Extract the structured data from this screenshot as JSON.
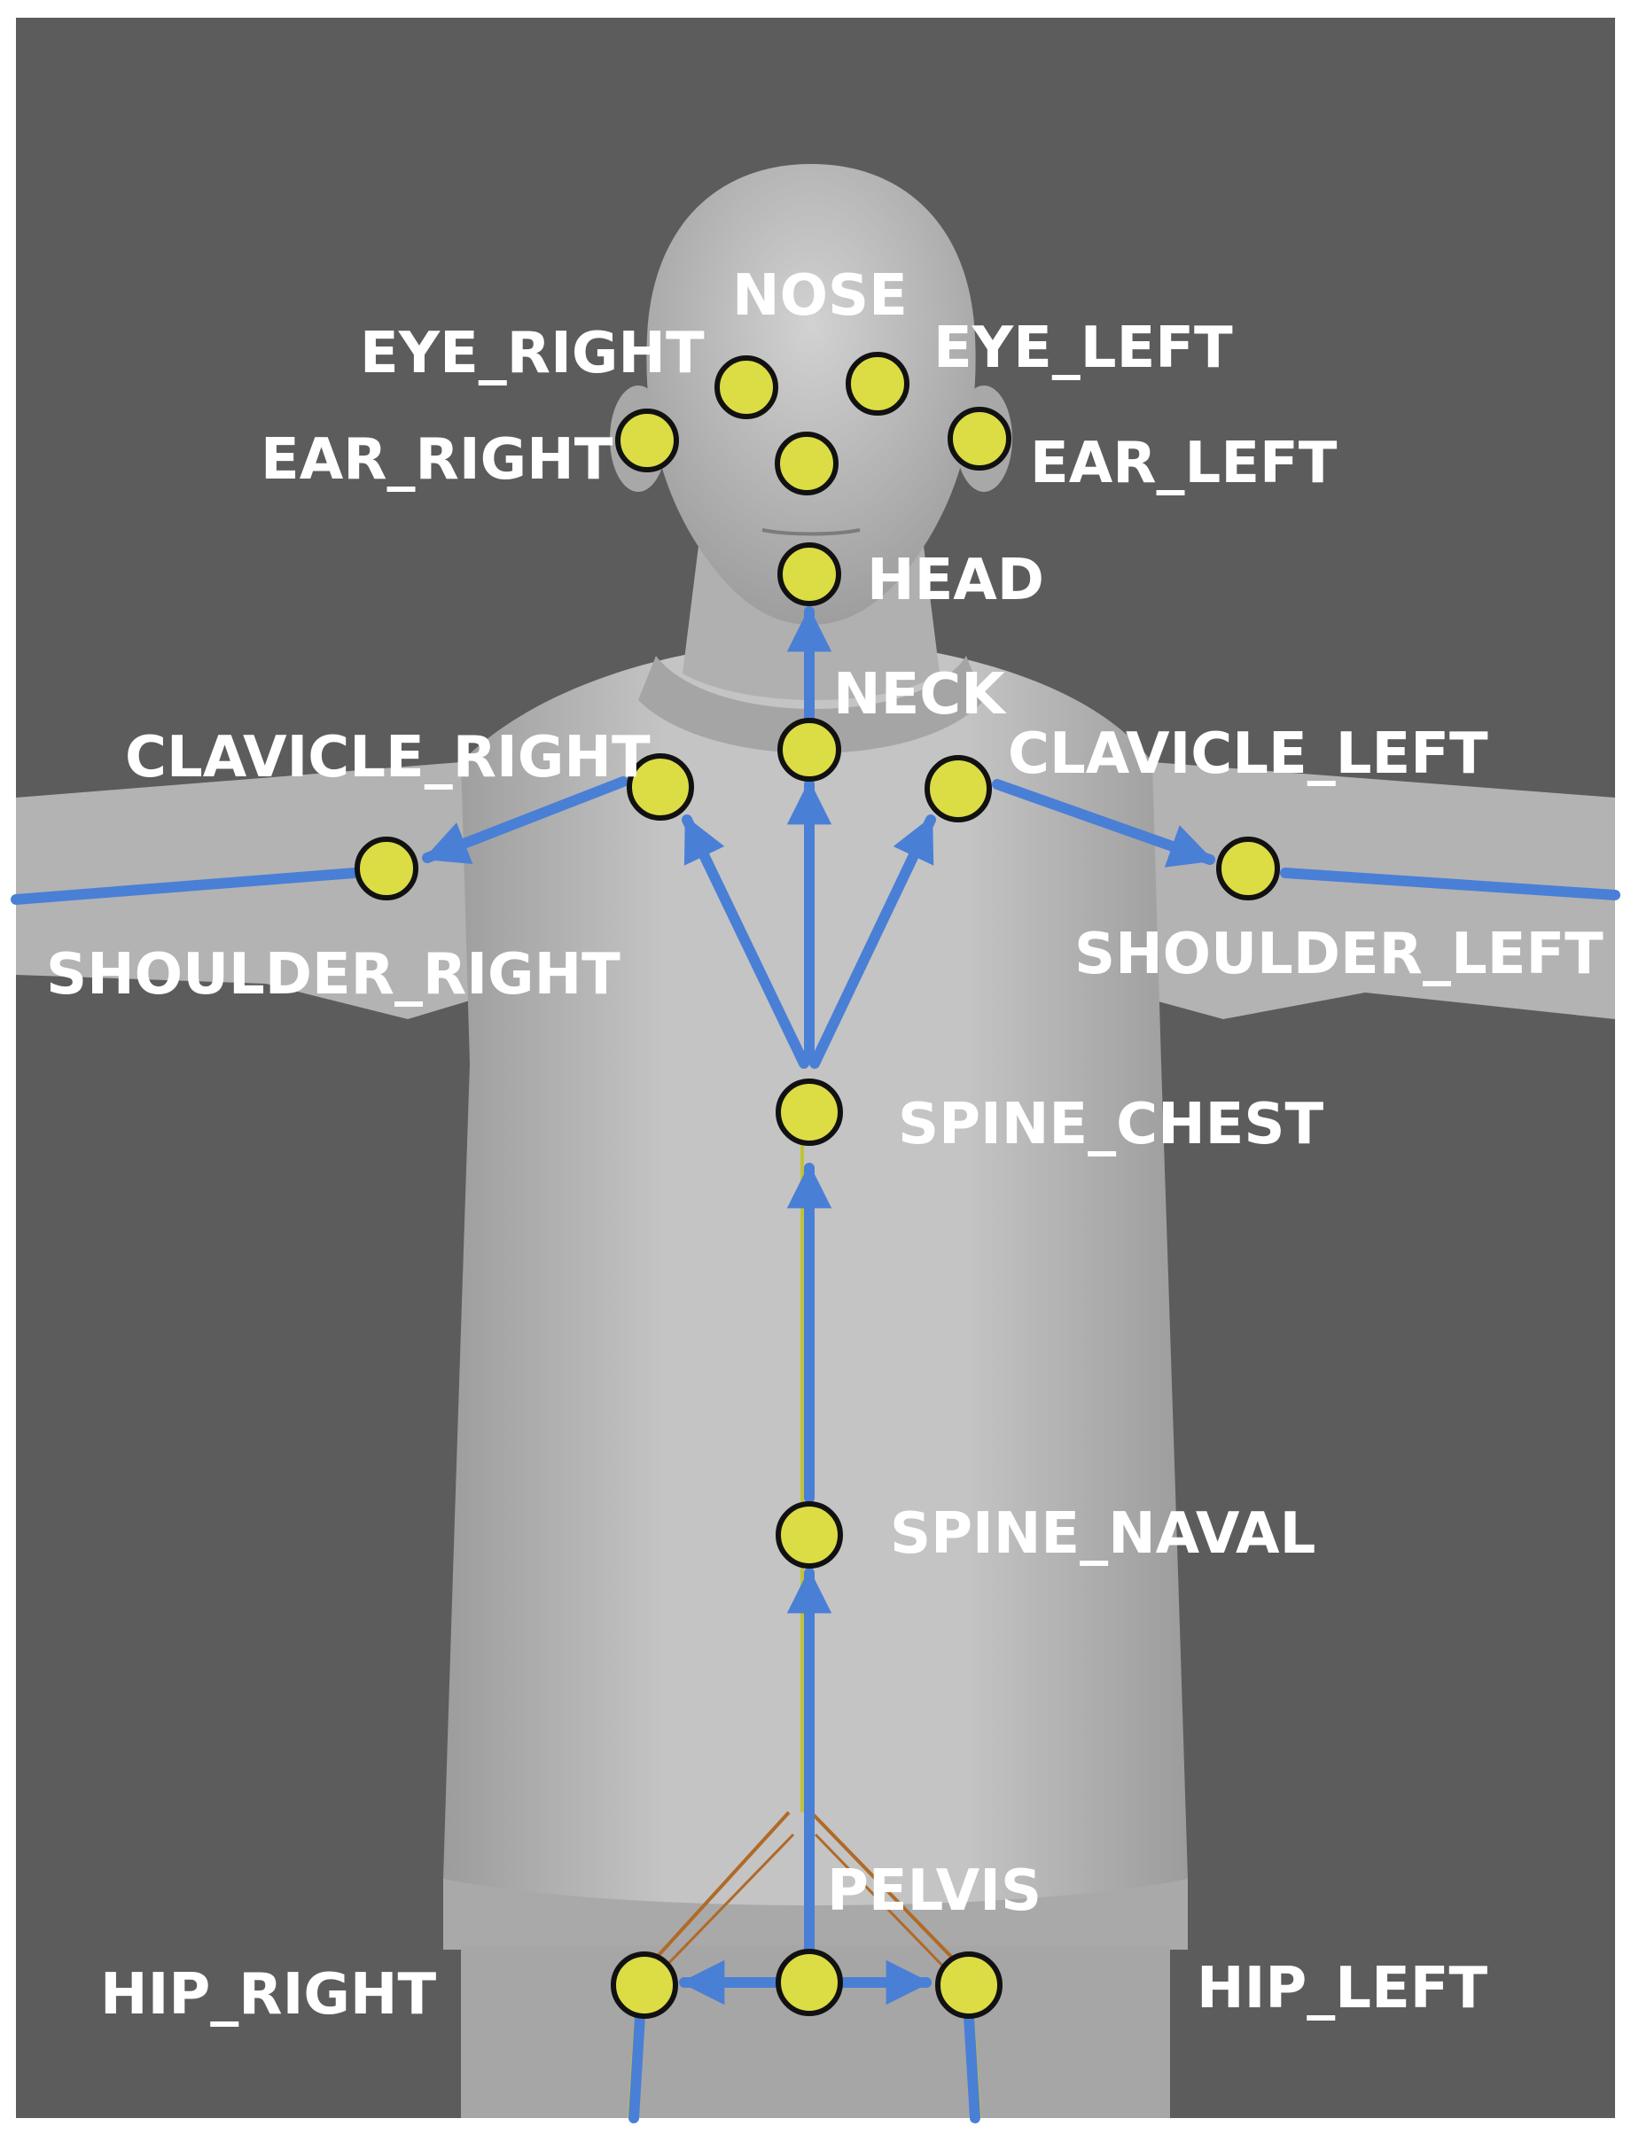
{
  "colors": {
    "background": "#5c5c5c",
    "figure": "#b9b9b9",
    "bone": "#4a7fd6",
    "joint_fill": "#dcdc45",
    "joint_stroke": "#111111",
    "label": "#ffffff",
    "pelvis_wire": "#b06a28",
    "leg_wire": "#c2c23a"
  },
  "labels": {
    "nose": "NOSE",
    "eye_right": "EYE_RIGHT",
    "eye_left": "EYE_LEFT",
    "ear_right": "EAR_RIGHT",
    "ear_left": "EAR_LEFT",
    "head": "HEAD",
    "neck": "NECK",
    "clavicle_right": "CLAVICLE_RIGHT",
    "clavicle_left": "CLAVICLE_LEFT",
    "shoulder_right": "SHOULDER_RIGHT",
    "shoulder_left": "SHOULDER_LEFT",
    "spine_chest": "SPINE_CHEST",
    "spine_naval": "SPINE_NAVAL",
    "pelvis": "PELVIS",
    "hip_right": "HIP_RIGHT",
    "hip_left": "HIP_LEFT"
  }
}
